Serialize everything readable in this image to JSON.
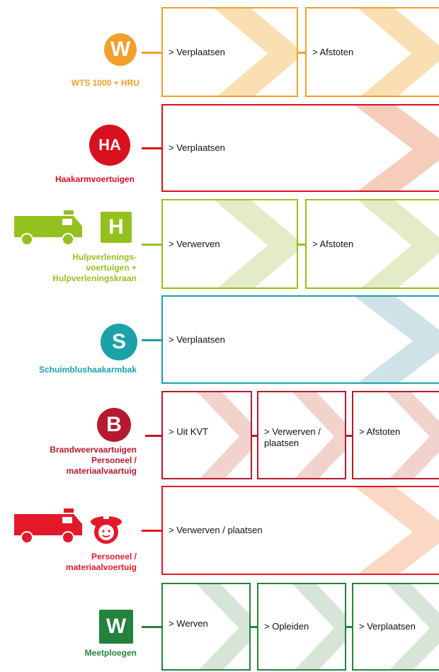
{
  "rows": [
    {
      "id": "wts",
      "color": "#f0a02b",
      "chev_color": "#f9dfb2",
      "icon": {
        "letter": "W",
        "shape": "circle"
      },
      "label": "WTS 1000 + HRU",
      "steps": [
        "> Verplaatsen",
        "> Afstoten"
      ]
    },
    {
      "id": "haakarm",
      "color": "#d9111f",
      "chev_color": "#f6cdbb",
      "icon": {
        "letter": "HA",
        "shape": "circle"
      },
      "label": "Haakarmvoertuigen",
      "steps": [
        "> Verplaatsen"
      ]
    },
    {
      "id": "hulpverlening",
      "color": "#95c11f",
      "chev_color": "#e3ecc6",
      "icon": {
        "letter": "H",
        "shape": "square",
        "extra": "truck-icon"
      },
      "label": "Hulpverlenings-\nvoertuigen +\nHulpverleningskraan",
      "steps": [
        "> Verwerven",
        "> Afstoten"
      ]
    },
    {
      "id": "schuim",
      "color": "#1aa2a8",
      "chev_color": "#cfe2e8",
      "icon": {
        "letter": "S",
        "shape": "circle"
      },
      "label": "Schuimblushaakarmbak",
      "steps": [
        "> Verplaatsen"
      ]
    },
    {
      "id": "brandweervaartuigen",
      "color": "#b51a2e",
      "chev_color": "#f2d2cc",
      "icon": {
        "letter": "B",
        "shape": "circle"
      },
      "label": "Brandweervaartuigen\nPersoneel /\nmateriaalvaartuig",
      "steps": [
        "> Uit KVT",
        "> Verwerven /\nplaatsen",
        "> Afstoten"
      ]
    },
    {
      "id": "personeel",
      "color": "#e3192a",
      "chev_color": "#fbd8c4",
      "icon": {
        "letter": "",
        "shape": "firefighter",
        "extra": "fire-truck-icon"
      },
      "label": "Personeel /\nmateriaalvoertuig",
      "steps": [
        "> Verwerven / plaatsen"
      ]
    },
    {
      "id": "meetploegen",
      "color": "#23823c",
      "chev_color": "#d9e4d9",
      "icon": {
        "letter": "W",
        "shape": "square"
      },
      "label": "Meetploegen",
      "steps": [
        "> Werven",
        "> Opleiden",
        "> Verplaatsen"
      ]
    }
  ]
}
